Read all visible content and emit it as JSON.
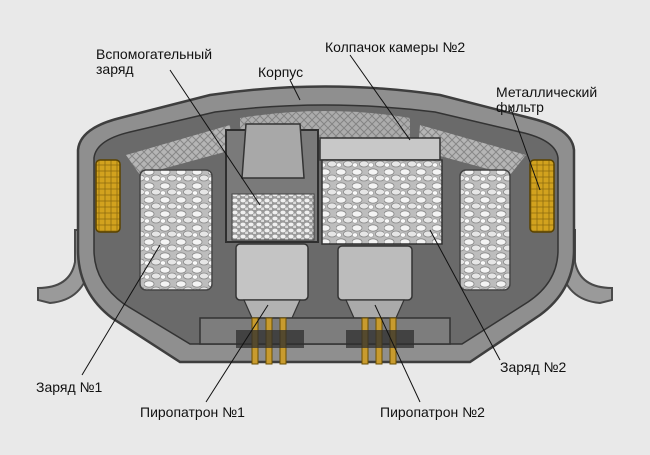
{
  "labels": {
    "aux_charge_line1": "Вспомогательный",
    "aux_charge_line2": "заряд",
    "housing": "Корпус",
    "chamber2_cap": "Колпачок камеры №2",
    "metal_filter_line1": "Металлический",
    "metal_filter_line2": "фильтр",
    "charge1": "Заряд №1",
    "charge2": "Заряд №2",
    "squib1": "Пиропатрон №1",
    "squib2": "Пиропатрон №2"
  },
  "colors": {
    "background": "#e9e9e9",
    "housing": "#8c8c8c",
    "housing_dark": "#5c5c5c",
    "filter": "#d2a21e",
    "pellets": "#e8e8e8",
    "pins": "#c89b2e"
  }
}
